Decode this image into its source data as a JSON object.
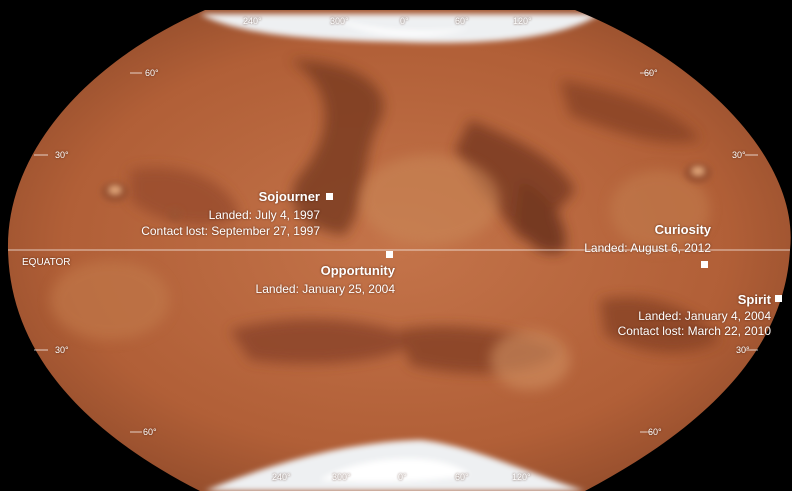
{
  "map": {
    "equator_label": "EQUATOR",
    "latitude_labels": {
      "north_60": "60°",
      "north_30": "30°",
      "south_30": "30°",
      "south_60": "60°"
    },
    "longitude_labels_top": [
      "240°",
      "300°",
      "0°",
      "60°",
      "120°"
    ],
    "longitude_labels_bottom": [
      "240°",
      "300°",
      "0°",
      "60°",
      "120°"
    ],
    "colors": {
      "surface": "#b5653b",
      "dark_region": "#7a3b22",
      "polar_ice": "#f1f2f4",
      "background": "#000000",
      "label": "#ffffff"
    }
  },
  "landing_sites": [
    {
      "name": "Sojourner",
      "details": [
        "Landed: July 4, 1997",
        "Contact lost: September 27, 1997"
      ],
      "icon": "square-marker"
    },
    {
      "name": "Opportunity",
      "details": [
        "Landed: January 25, 2004"
      ],
      "icon": "square-marker"
    },
    {
      "name": "Curiosity",
      "details": [
        "Landed: August 6, 2012"
      ],
      "icon": "square-marker"
    },
    {
      "name": "Spirit",
      "details": [
        "Landed: January 4, 2004",
        "Contact lost: March 22, 2010"
      ],
      "icon": "square-marker"
    }
  ]
}
